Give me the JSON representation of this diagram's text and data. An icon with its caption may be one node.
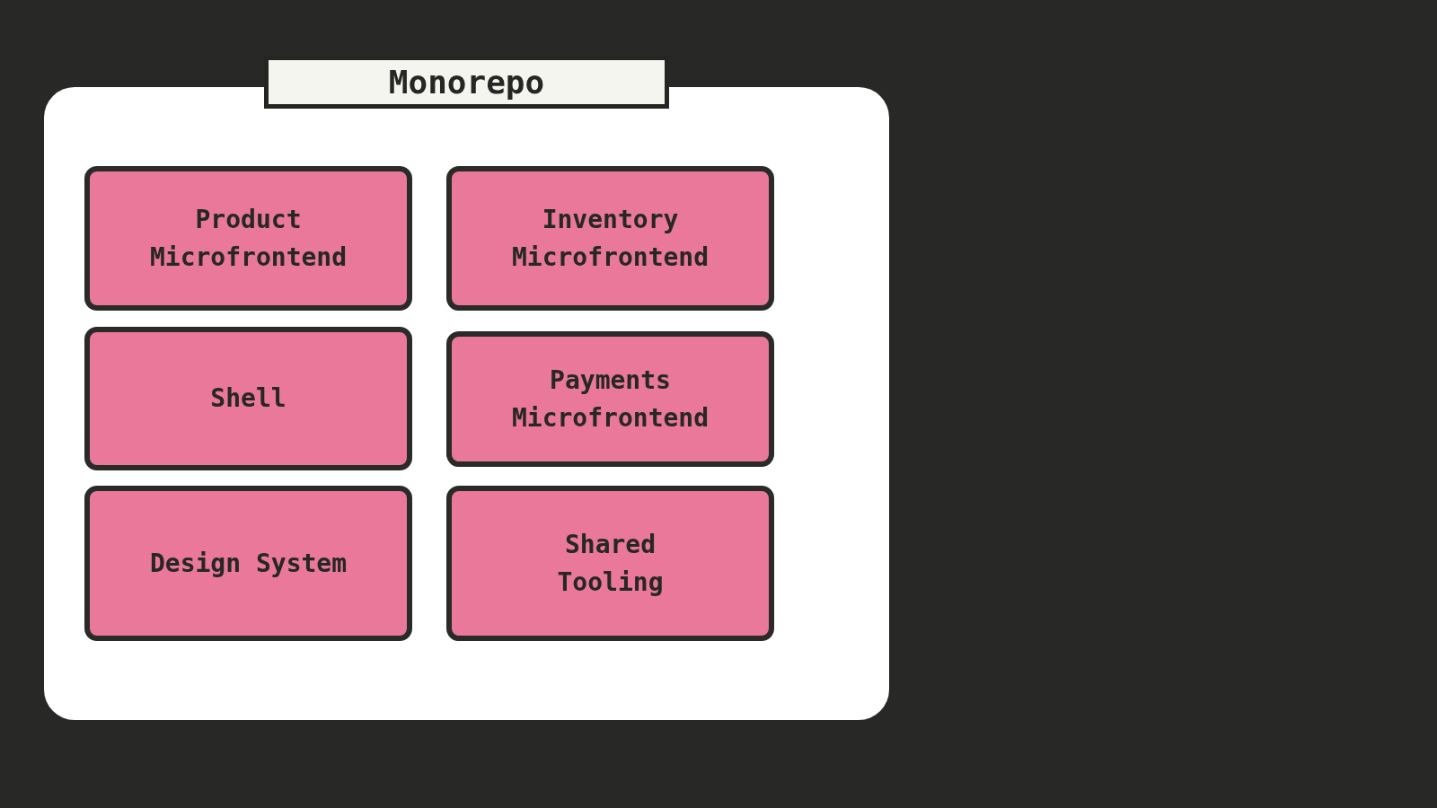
{
  "diagram": {
    "nodes": [
      {
        "text": [
          "Monorepo"
        ]
      },
      {
        "text": [
          "Product Microfrontend"
        ],
        "in": 0
      },
      {
        "text": [
          "Inventory Microfrontend"
        ],
        "in": 0
      },
      {
        "text": [
          "Shell"
        ],
        "in": 0
      },
      {
        "text": [
          "Payments Microfrontend"
        ],
        "in": 0
      },
      {
        "text": [
          "Design System"
        ],
        "in": 0
      },
      {
        "text": [
          "Shared Tooling"
        ],
        "in": 0
      }
    ]
  }
}
